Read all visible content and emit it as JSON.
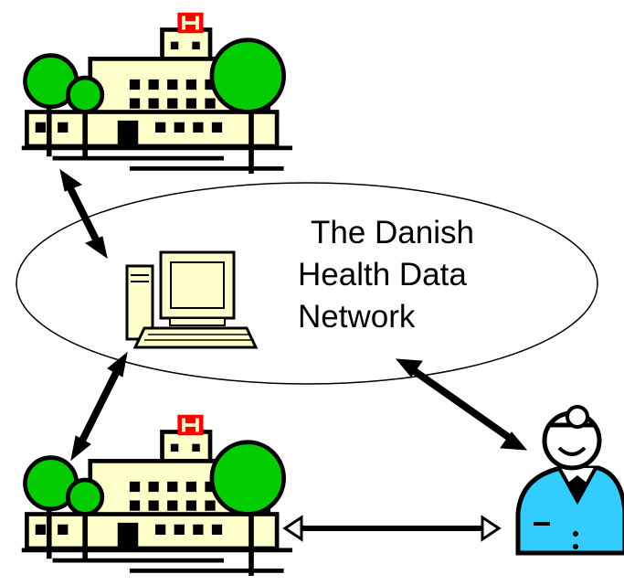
{
  "diagram": {
    "network_label": [
      "The Danish",
      "Health Data",
      "Network"
    ],
    "hospital_sign": "H",
    "colors": {
      "building": "#FFFFCC",
      "tree": "#00CC00",
      "sign": "#FF0000",
      "window": "#000000",
      "computer": "#FFFFCC",
      "doctor_coat": "#33CCFF",
      "ellipse_fill": "#FFFFFF",
      "stroke": "#000000"
    },
    "nodes": [
      {
        "id": "hospital-top",
        "kind": "hospital"
      },
      {
        "id": "hospital-bottom",
        "kind": "hospital"
      },
      {
        "id": "network-computer",
        "kind": "computer"
      },
      {
        "id": "doctor",
        "kind": "person"
      }
    ],
    "edges": [
      {
        "from": "hospital-top",
        "to": "network-computer",
        "bidirectional": true
      },
      {
        "from": "hospital-bottom",
        "to": "network-computer",
        "bidirectional": true
      },
      {
        "from": "doctor",
        "to": "network-computer",
        "bidirectional": true
      },
      {
        "from": "hospital-bottom",
        "to": "doctor",
        "bidirectional": true
      }
    ]
  }
}
